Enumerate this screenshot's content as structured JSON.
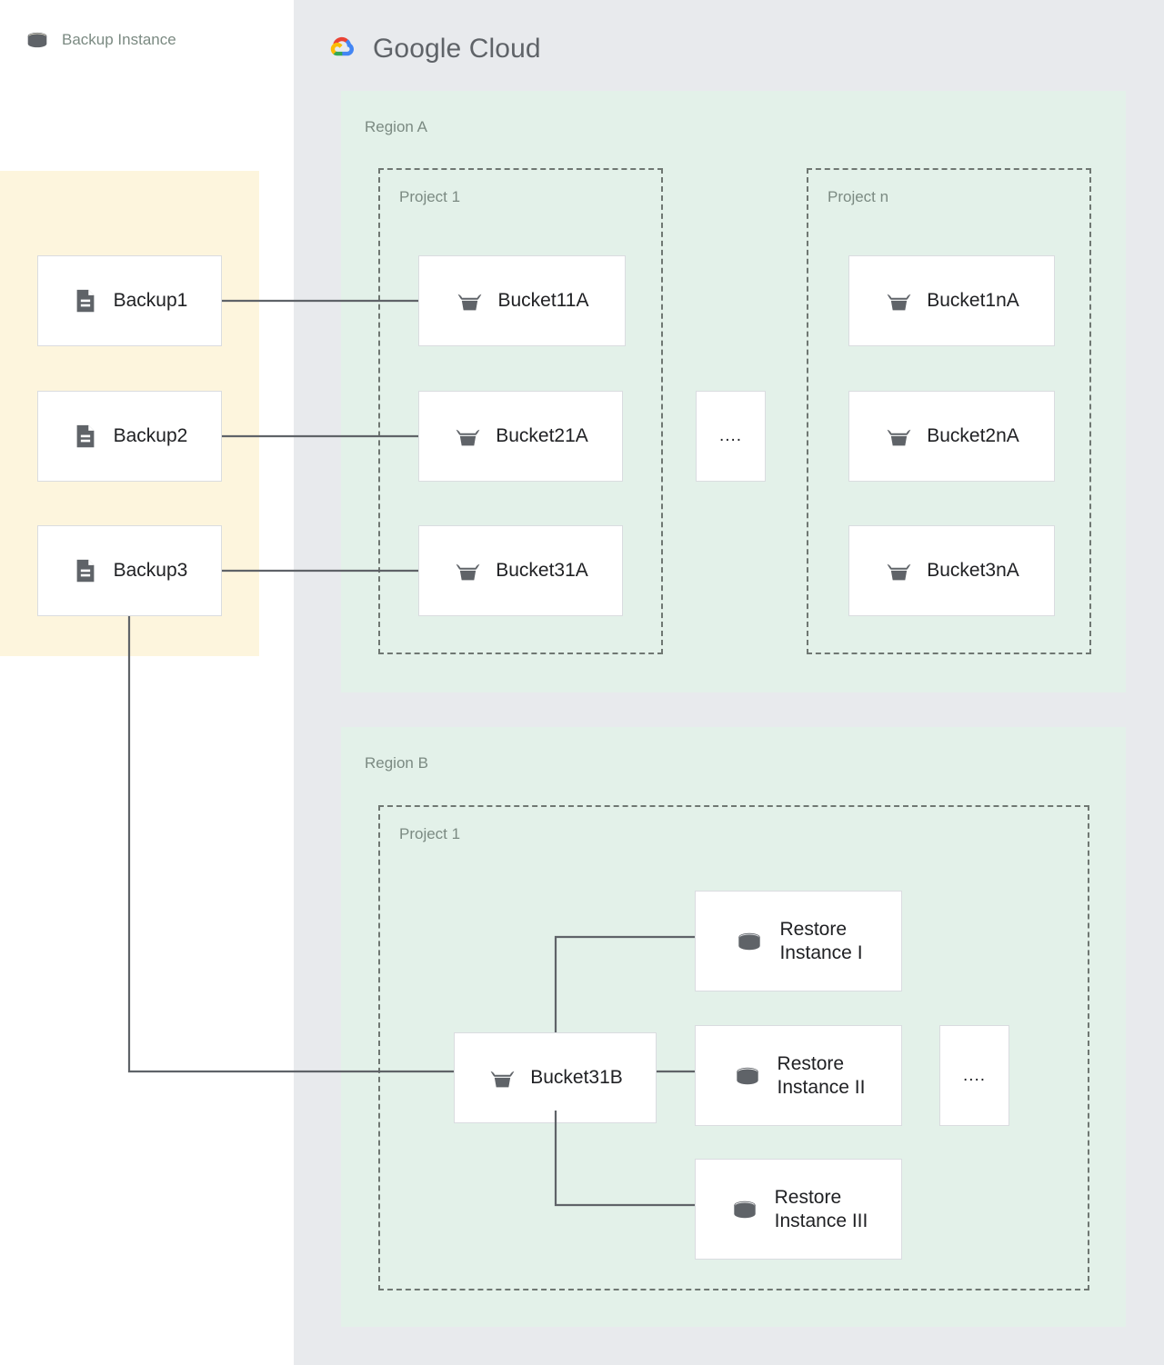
{
  "cloud": {
    "brand_primary": "Google",
    "brand_secondary": "Cloud",
    "logo_icon": "google-cloud-logo-icon",
    "panel_color": "#e8eaed"
  },
  "backup_panel": {
    "title": "Backup Instance",
    "icon": "database-cylinder-icon",
    "bg_color": "#fdf5dd",
    "items": [
      {
        "label": "Backup1",
        "icon": "document-icon"
      },
      {
        "label": "Backup2",
        "icon": "document-icon"
      },
      {
        "label": "Backup3",
        "icon": "document-icon"
      }
    ]
  },
  "regions": [
    {
      "label": "Region A",
      "bg_color": "#e3f1e9",
      "projects": [
        {
          "label": "Project 1",
          "buckets": [
            {
              "label": "Bucket11A",
              "icon": "storage-bucket-icon"
            },
            {
              "label": "Bucket21A",
              "icon": "storage-bucket-icon"
            },
            {
              "label": "Bucket31A",
              "icon": "storage-bucket-icon"
            }
          ]
        },
        {
          "label": "Project n",
          "buckets": [
            {
              "label": "Bucket1nA",
              "icon": "storage-bucket-icon"
            },
            {
              "label": "Bucket2nA",
              "icon": "storage-bucket-icon"
            },
            {
              "label": "Bucket3nA",
              "icon": "storage-bucket-icon"
            }
          ]
        }
      ],
      "ellipsis": "...."
    },
    {
      "label": "Region B",
      "bg_color": "#e3f1e9",
      "projects": [
        {
          "label": "Project 1",
          "bucket": {
            "label": "Bucket31B",
            "icon": "storage-bucket-icon"
          },
          "restore_instances": [
            {
              "label": "Restore\nInstance I",
              "icon": "database-cylinder-icon"
            },
            {
              "label": "Restore\nInstance II",
              "icon": "database-cylinder-icon"
            },
            {
              "label": "Restore\nInstance III",
              "icon": "database-cylinder-icon"
            }
          ],
          "ellipsis": "...."
        }
      ]
    }
  ],
  "connector_color": "#5f6368"
}
